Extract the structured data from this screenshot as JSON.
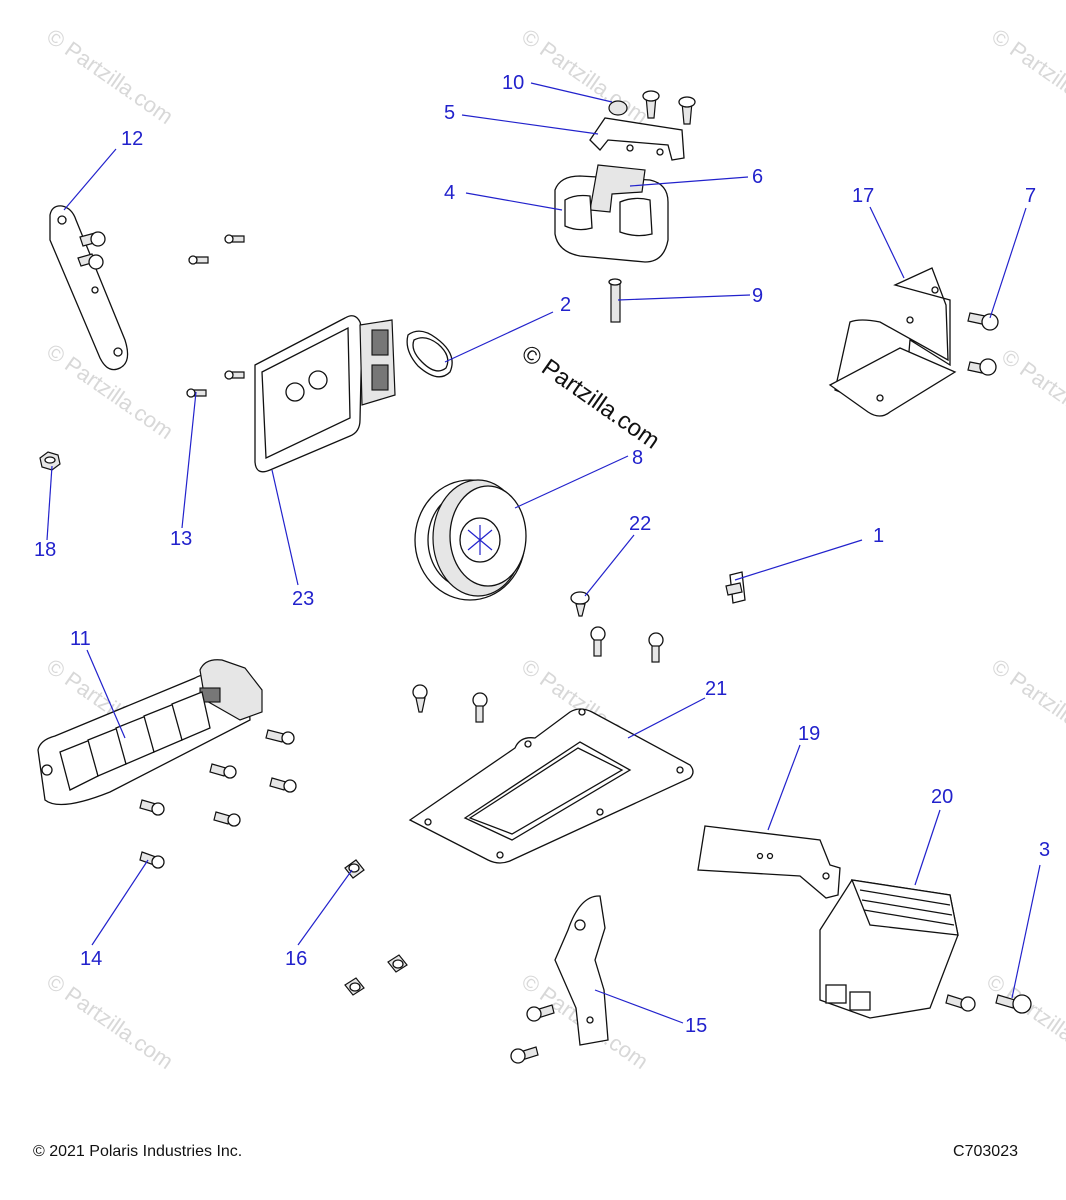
{
  "watermark": {
    "small_text": "© Partzilla.com",
    "main_text": "© Partzilla.com"
  },
  "callouts": [
    "1",
    "2",
    "3",
    "4",
    "5",
    "6",
    "7",
    "8",
    "9",
    "10",
    "11",
    "12",
    "13",
    "14",
    "15",
    "16",
    "17",
    "18",
    "19",
    "20",
    "21",
    "22",
    "23"
  ],
  "footer": {
    "copyright": "© 2021 Polaris Industries Inc.",
    "diagram_code": "C703023"
  },
  "colors": {
    "callout": "#2222cc",
    "line_art": "#111111",
    "watermark": "#d8d8d8"
  }
}
